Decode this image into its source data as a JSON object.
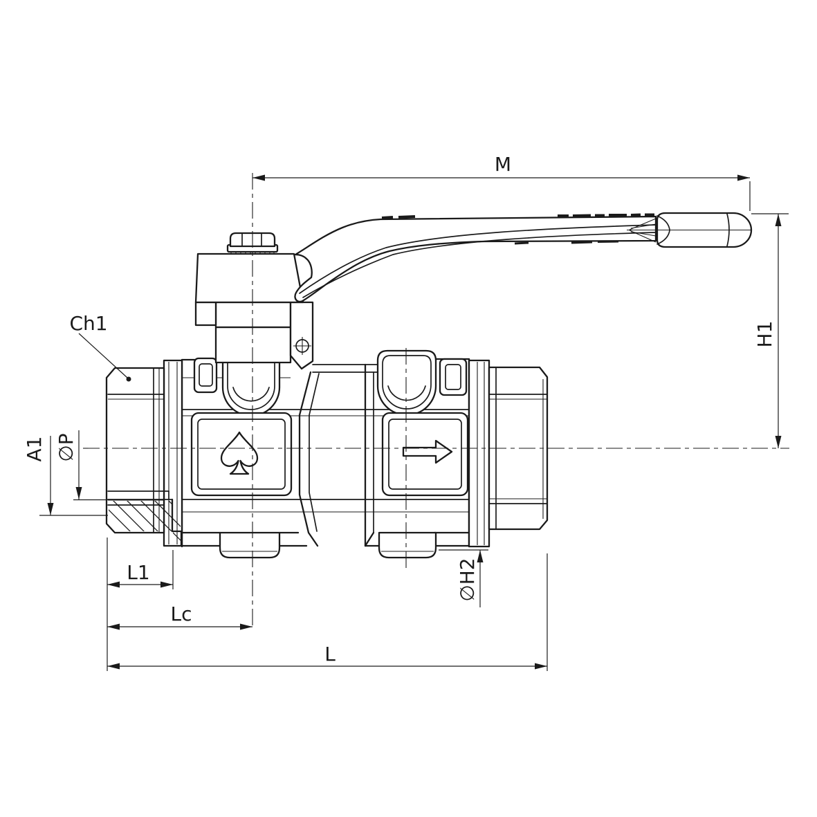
{
  "page": {
    "background": "#ffffff",
    "line_color": "#1a1a1a"
  },
  "drawing": {
    "type": "technical-orthographic-drawing",
    "subject": "two-piece ball valve with lever handle, side elevation with partial thread section",
    "symbols": {
      "flow_arrow": "outline-arrow-right",
      "brand_mark": "spade-outline",
      "diameter_sign": "∅"
    },
    "labels": {
      "m": "M",
      "h1": "H1",
      "ch1": "Ch1",
      "a1": "A1",
      "p": "∅P",
      "l1": "L1",
      "lc": "Lc",
      "l": "L",
      "h2": "∅H2"
    }
  }
}
